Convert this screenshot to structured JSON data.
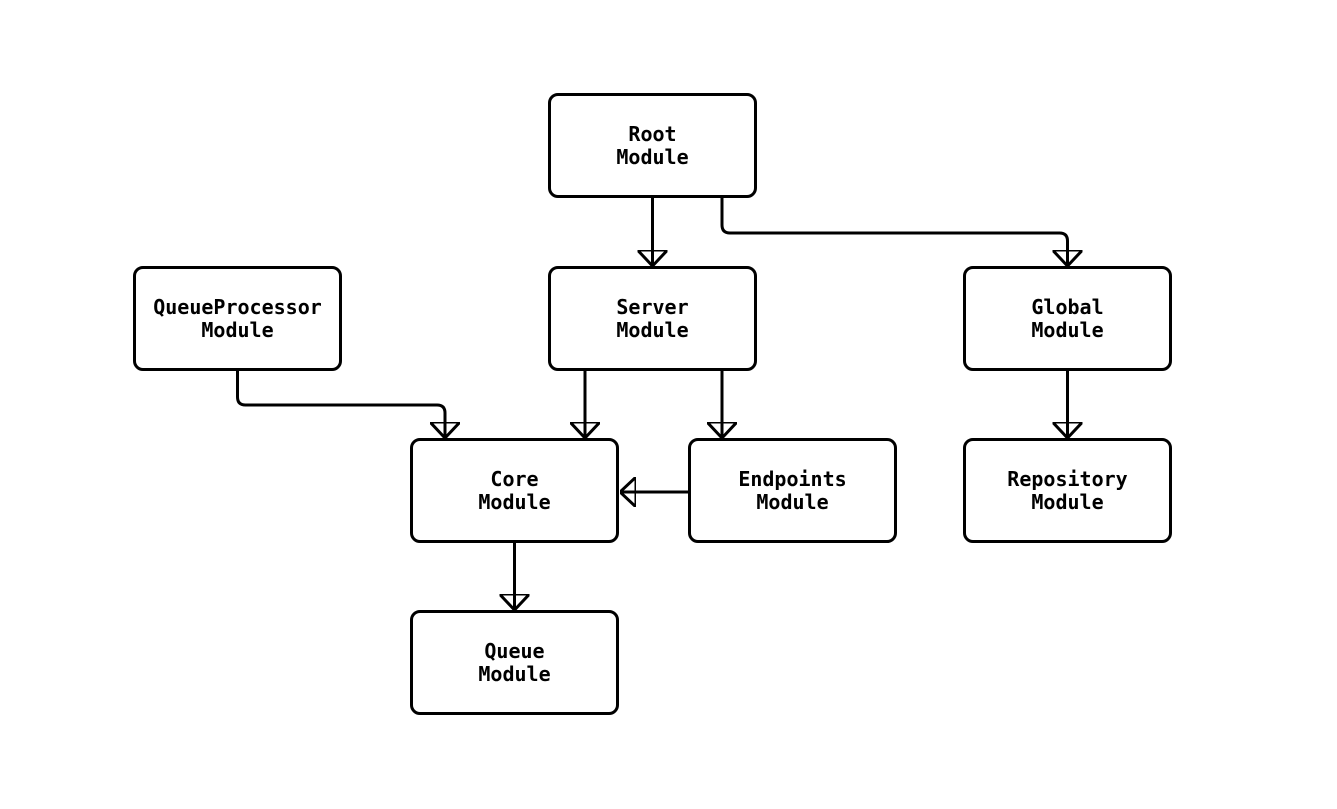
{
  "diagram": {
    "type": "flowchart",
    "background_color": "#ffffff",
    "stroke_color": "#000000",
    "nodes": [
      {
        "id": "root",
        "label": "Root\nModule"
      },
      {
        "id": "queueprocessor",
        "label": "QueueProcessor\nModule"
      },
      {
        "id": "server",
        "label": "Server\nModule"
      },
      {
        "id": "global",
        "label": "Global\nModule"
      },
      {
        "id": "core",
        "label": "Core\nModule"
      },
      {
        "id": "endpoints",
        "label": "Endpoints\nModule"
      },
      {
        "id": "repository",
        "label": "Repository\nModule"
      },
      {
        "id": "queue",
        "label": "Queue\nModule"
      }
    ],
    "edges": [
      {
        "from": "root",
        "to": "server"
      },
      {
        "from": "root",
        "to": "global"
      },
      {
        "from": "queueprocessor",
        "to": "core"
      },
      {
        "from": "server",
        "to": "core"
      },
      {
        "from": "server",
        "to": "endpoints"
      },
      {
        "from": "endpoints",
        "to": "core"
      },
      {
        "from": "global",
        "to": "repository"
      },
      {
        "from": "core",
        "to": "queue"
      }
    ]
  }
}
